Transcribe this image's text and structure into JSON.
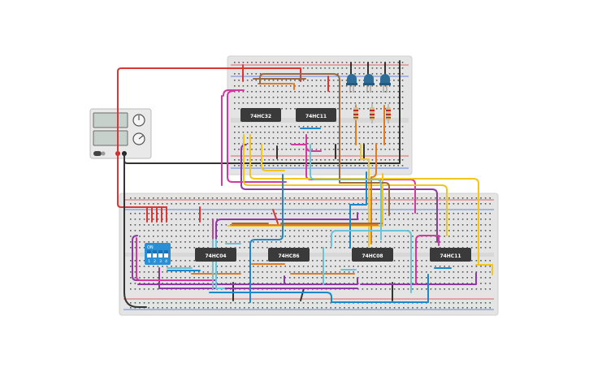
{
  "power_supply": {
    "display_top": "",
    "display_bottom": ""
  },
  "top_breadboard": {
    "chips": [
      {
        "label": "74HC32"
      },
      {
        "label": "74HC11"
      }
    ],
    "leds": [
      "blue",
      "blue",
      "blue"
    ]
  },
  "bottom_breadboard": {
    "dip_switch": {
      "on_label": "ON",
      "numbers": [
        "1",
        "2",
        "3",
        "4"
      ]
    },
    "chips": [
      {
        "label": "74HC04"
      },
      {
        "label": "74HC86"
      },
      {
        "label": "74HC08"
      },
      {
        "label": "74HC11"
      }
    ]
  },
  "colors": {
    "wire_red": "#d93636",
    "wire_black": "#333333",
    "wire_purple": "#8e3aa3",
    "wire_magenta": "#d13a9f",
    "wire_yellow": "#f2c51f",
    "wire_orange": "#e07b22",
    "wire_brown": "#9a6a45",
    "wire_blue": "#1e88c8",
    "wire_cyan": "#6cc3d5",
    "board": "#e6e6e6",
    "chip": "#3a3a3a",
    "led": "#2f6d99",
    "switch": "#2b8fd6"
  }
}
